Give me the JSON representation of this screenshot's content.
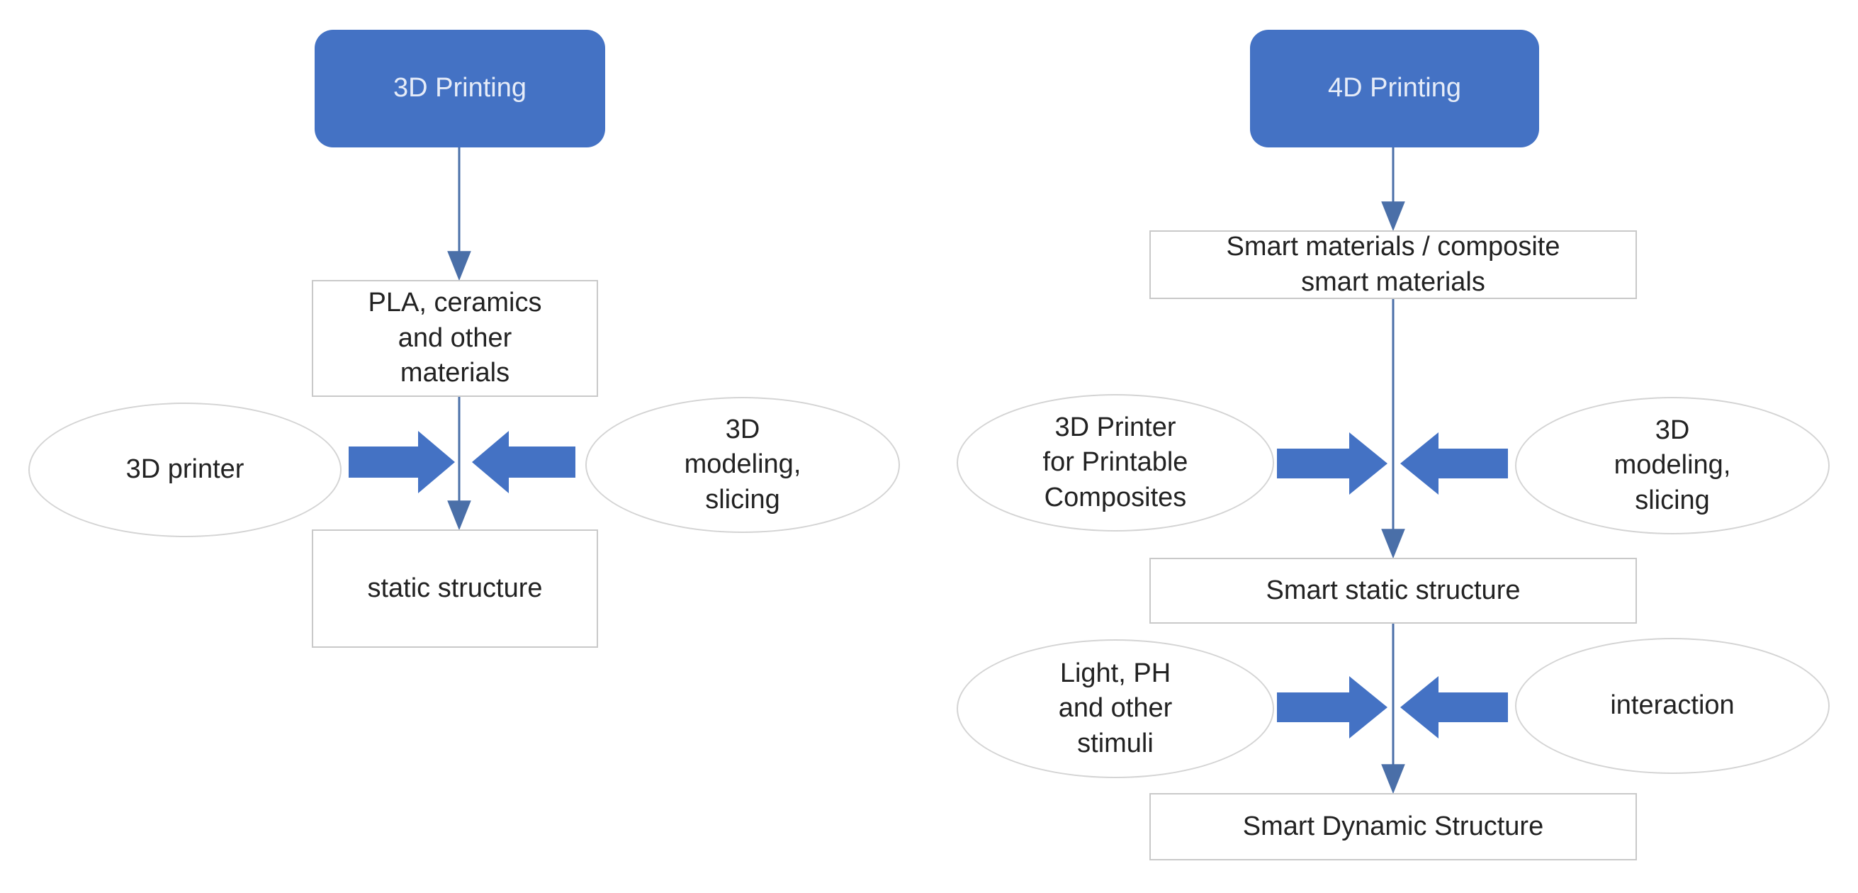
{
  "colors": {
    "accent_blue": "#4472c4",
    "header_text": "#e6ecf8",
    "border": "#c9c9c9",
    "connector": "#4a6fa8"
  },
  "left_flow": {
    "title": "3D Printing",
    "materials": "PLA, ceramics\nand other\nmaterials",
    "input_left": "3D printer",
    "input_right": "3D\nmodeling,\nslicing",
    "result": "static structure"
  },
  "right_flow": {
    "title": "4D Printing",
    "materials": "Smart materials / composite\nsmart materials",
    "input_left": "3D Printer\nfor Printable\nComposites",
    "input_right": "3D\nmodeling,\nslicing",
    "static_result": "Smart static structure",
    "stimulus_left": "Light, PH\nand other\nstimuli",
    "stimulus_right": "interaction",
    "dynamic_result": "Smart Dynamic Structure"
  }
}
